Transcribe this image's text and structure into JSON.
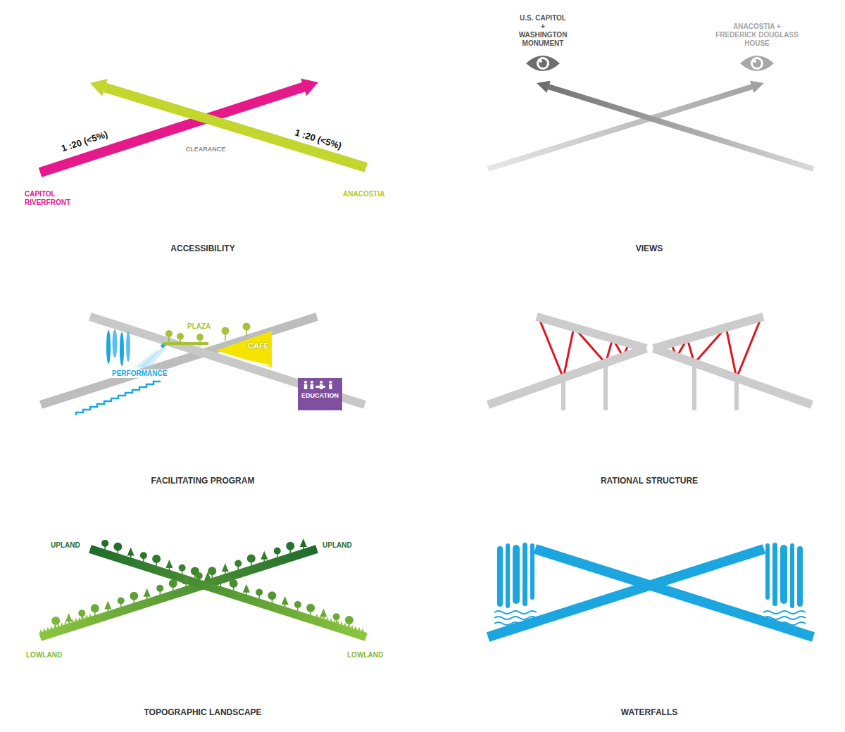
{
  "diagram": {
    "nodes": [
      {
        "text": [
          "CAFE"
        ]
      },
      {
        "text": [
          "EDUCATION"
        ]
      }
    ],
    "labels": [
      "CAPITOL RIVERFRONT",
      "1 :20 (<5%)",
      "CLEARANCE",
      "1 :20 (<5%)",
      "ANACOSTIA",
      "ACCESSIBILITY",
      "U.S. CAPITOL + WASHINGTON MONUMENT",
      "ANACOSTIA + FREDERICK DOUGLASS HOUSE",
      "VIEWS",
      "PLAZA",
      "PERFORMANCE",
      "FACILITATING PROGRAM",
      "RATIONAL STRUCTURE",
      "UPLAND",
      "UPLAND",
      "LOWLAND",
      "LOWLAND",
      "TOPOGRAPHIC LANDSCAPE",
      "WATERFALLS"
    ]
  }
}
